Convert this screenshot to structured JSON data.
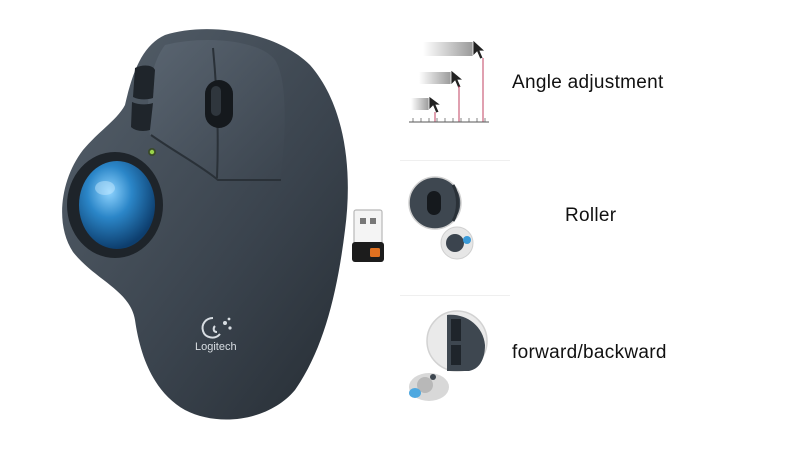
{
  "product": {
    "brand_text": "Logitech",
    "colors": {
      "body": "#3a434d",
      "body_light": "#56616c",
      "ball": "#1d6fb3",
      "ball_light": "#62b8f0"
    }
  },
  "features": [
    {
      "label": "Angle adjustment",
      "icon": "cursor-angle-icon"
    },
    {
      "label": "Roller",
      "icon": "scroll-wheel-closeup-icon"
    },
    {
      "label": "forward/backward",
      "icon": "side-buttons-closeup-icon"
    }
  ]
}
